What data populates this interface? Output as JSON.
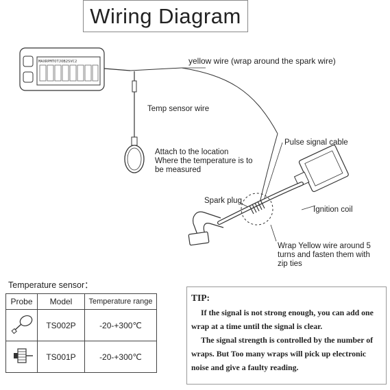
{
  "title": "Wiring Diagram",
  "display": {
    "lcd_text": "MAXRPMTOTJOB2SVC2"
  },
  "labels": {
    "yellow_wire": "yellow wire (wrap around the spark wire)",
    "temp_sensor_wire": "Temp sensor wire",
    "attach_line1": "Attach to the location",
    "attach_line2": "Where the temperature is to",
    "attach_line3": "be measured",
    "pulse_cable": "Pulse signal cable",
    "spark_plug": "Spark plug",
    "ignition_coil": "Ignition coil",
    "wrap_line1": "Wrap Yellow wire around 5",
    "wrap_line2": "turns and fasten them with",
    "wrap_line3": "zip ties"
  },
  "sensor_table": {
    "caption": "Temperature sensor：",
    "headers": [
      "Probe",
      "Model",
      "Temperature range"
    ],
    "rows": [
      {
        "probe_icon": "ring-probe-icon",
        "model": "TS002P",
        "range": "-20-+300℃"
      },
      {
        "probe_icon": "threaded-probe-icon",
        "model": "TS001P",
        "range": "-20-+300℃"
      }
    ]
  },
  "tip": {
    "heading": "TIP:",
    "para1": "If the signal is not strong enough, you can add one wrap at a time until the signal is clear.",
    "para2": "The signal strength is controlled by the number of wraps. But Too many wraps will pick up electronic noise and give a faulty reading."
  }
}
